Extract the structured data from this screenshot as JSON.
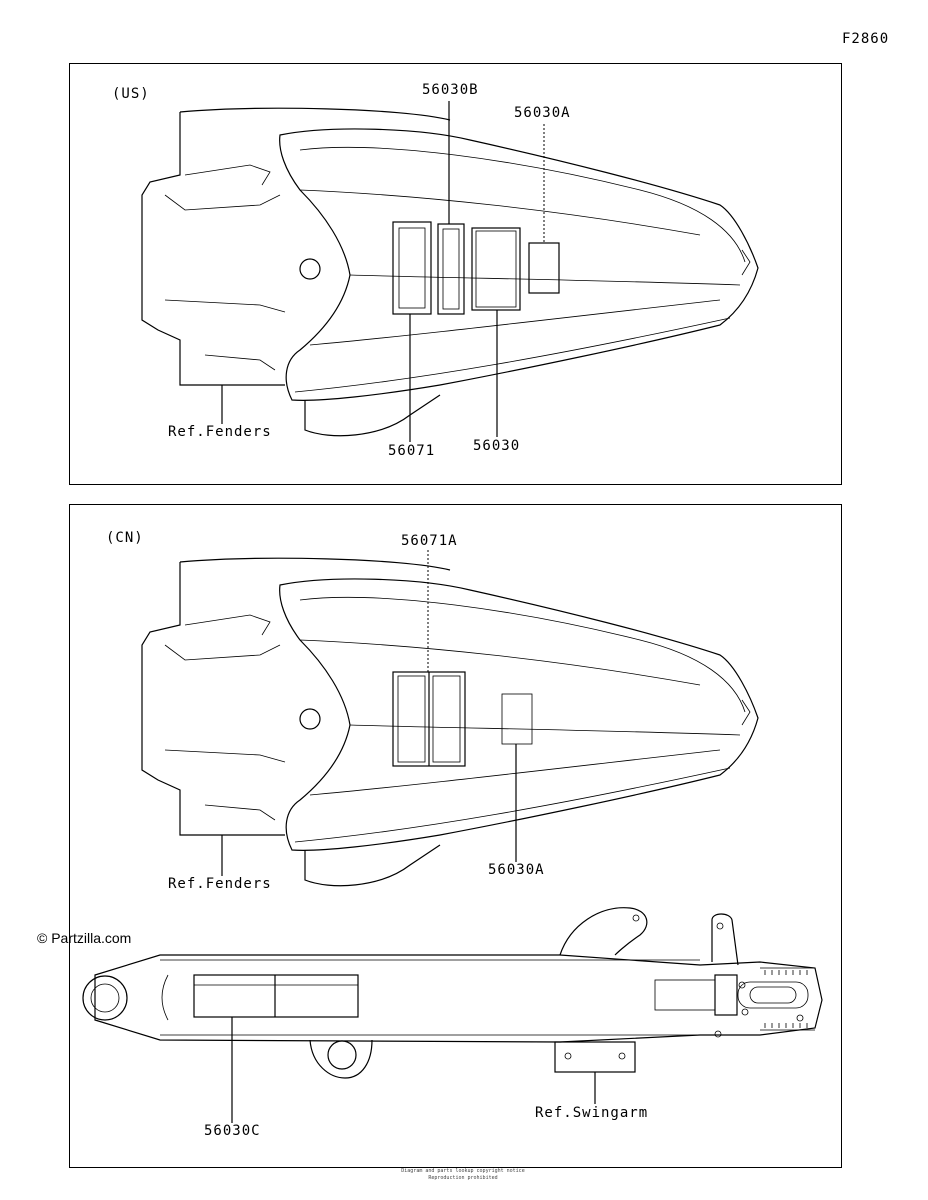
{
  "figure_id": "F2860",
  "watermark": "© Partzilla.com",
  "us_panel": {
    "region": "(US)",
    "callouts": {
      "c_56030B": "56030B",
      "c_56030A": "56030A",
      "c_56071": "56071",
      "c_56030": "56030",
      "ref_fenders": "Ref.Fenders"
    }
  },
  "cn_panel": {
    "region": "(CN)",
    "callouts": {
      "c_56071A": "56071A",
      "c_56030A": "56030A",
      "ref_fenders": "Ref.Fenders",
      "c_56030C": "56030C",
      "ref_swingarm": "Ref.Swingarm"
    }
  },
  "footer": {
    "line1": "Diagram and parts lookup copyright notice",
    "line2": "Reproduction prohibited"
  }
}
